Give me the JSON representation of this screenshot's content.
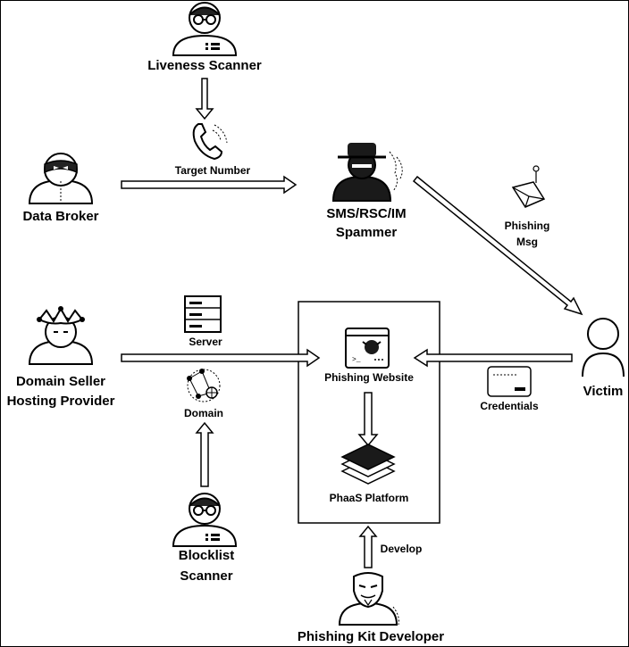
{
  "actors": {
    "liveness_scanner": "Liveness Scanner",
    "data_broker": "Data Broker",
    "spammer_line1": "SMS/RSC/IM",
    "spammer_line2": "Spammer",
    "domain_seller_line1": "Domain Seller",
    "domain_seller_line2": "Hosting Provider",
    "blocklist_line1": "Blocklist",
    "blocklist_line2": "Scanner",
    "kit_developer": "Phishing Kit Developer",
    "victim": "Victim"
  },
  "flows": {
    "target_number": "Target Number",
    "phishing_msg_line1": "Phishing",
    "phishing_msg_line2": "Msg",
    "server": "Server",
    "domain": "Domain",
    "credentials": "Credentials",
    "develop": "Develop"
  },
  "platform": {
    "website": "Phishing Website",
    "phaas": "PhaaS Platform"
  },
  "colors": {
    "stroke": "#000000",
    "fill_dark": "#1a1a1a",
    "fill_light": "#ffffff"
  }
}
